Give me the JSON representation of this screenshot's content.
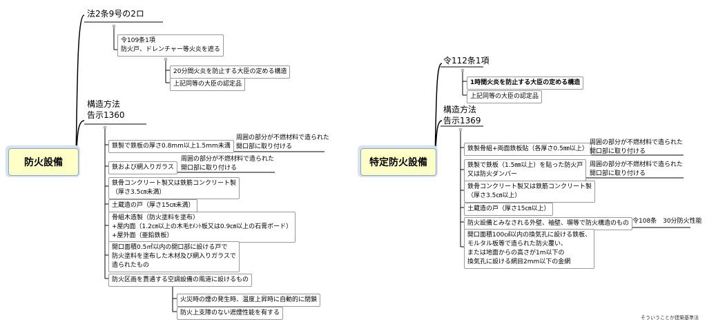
{
  "left": {
    "root": "防火設備",
    "branch1": {
      "title": "法2条9号の2ロ",
      "child": "令109条1項\n防火戸、ドレンチャー等火炎を遮る",
      "grandchildren": [
        "20分間火炎を防止する大臣の定める構造",
        "上記同等の大臣の認定品"
      ]
    },
    "branch2": {
      "title": "構造方法\n告示1360",
      "items": [
        {
          "text": "鉄製で鉄板の厚さ0.8mm以上1.5mm未満",
          "note": "周囲の部分が不燃材料で造られた\n開口部に取り付ける"
        },
        {
          "text": "鉄および網入りガラス",
          "note": "周囲の部分が不燃材料で造られた\n開口部に取り付ける"
        },
        {
          "text": "鉄骨コンクリート製又は鉄筋コンクリート製\n（厚さ3.5㎝未満）"
        },
        {
          "text": "土蔵造の戸（厚さ15㎝未満）"
        },
        {
          "text": "骨組木造製（防火塗料を塗布）\n+屋内面（1.2㎝以上の木毛ｾﾒﾝﾄ板又は0.9㎝以上の石膏ボード）\n+屋外面（亜鉛鉄板）"
        },
        {
          "text": "開口面積0.5㎡以内の開口部に設ける戸で\n防火塗料を塗布した木材及び網入りガラスで\n造られたもの"
        },
        {
          "text": "防火区画を貫通する空調設備の風道に設けるもの"
        }
      ],
      "duct_children": [
        "火災時の煙の発生時、温度上昇時に自動的に閉鎖",
        "防火上支障のない遮煙性能を有する"
      ]
    }
  },
  "right": {
    "root": "特定防火設備",
    "branch1": {
      "title": "令112条1項",
      "items": [
        "1時間火炎を防止する大臣の定める構造",
        "上記同等の大臣の認定品"
      ]
    },
    "branch2": {
      "title": "構造方法\n告示1369",
      "items": [
        {
          "text": "鉄製骨組+両面鉄板貼（各厚さ0.5㎜以上）",
          "note": "周囲の部分が不燃材料で造られた\n開口部に取り付ける"
        },
        {
          "text": "鉄製で鉄板（1.5㎜以上）を貼った防火戸\n又は防火ダンパー",
          "note": "周囲の部分が不燃材料で造られた\n開口部に取り付ける"
        },
        {
          "text": "鉄骨コンクリート製又は鉄筋コンクリート製\n（厚さ3.5㎝以上）"
        },
        {
          "text": "土蔵造の戸（厚さ15㎝以上）"
        },
        {
          "text": "防火設備とみなされる外壁、袖壁、塀等で防火構造のもの",
          "note": "令108条　30分防火性能"
        },
        {
          "text": "開口面積100㎠以内の換気孔に設ける鉄板、\nモルタル板等で造られた防火覆い、\nまたは地面からの高さが1m以下の\n換気孔に設ける網目2mm以下の金網"
        }
      ]
    }
  },
  "credit": "そういうことか建築基準法",
  "colors": {
    "root_fill": "#ffffc8",
    "root_border": "#8aa4c8",
    "line": "#000000"
  }
}
